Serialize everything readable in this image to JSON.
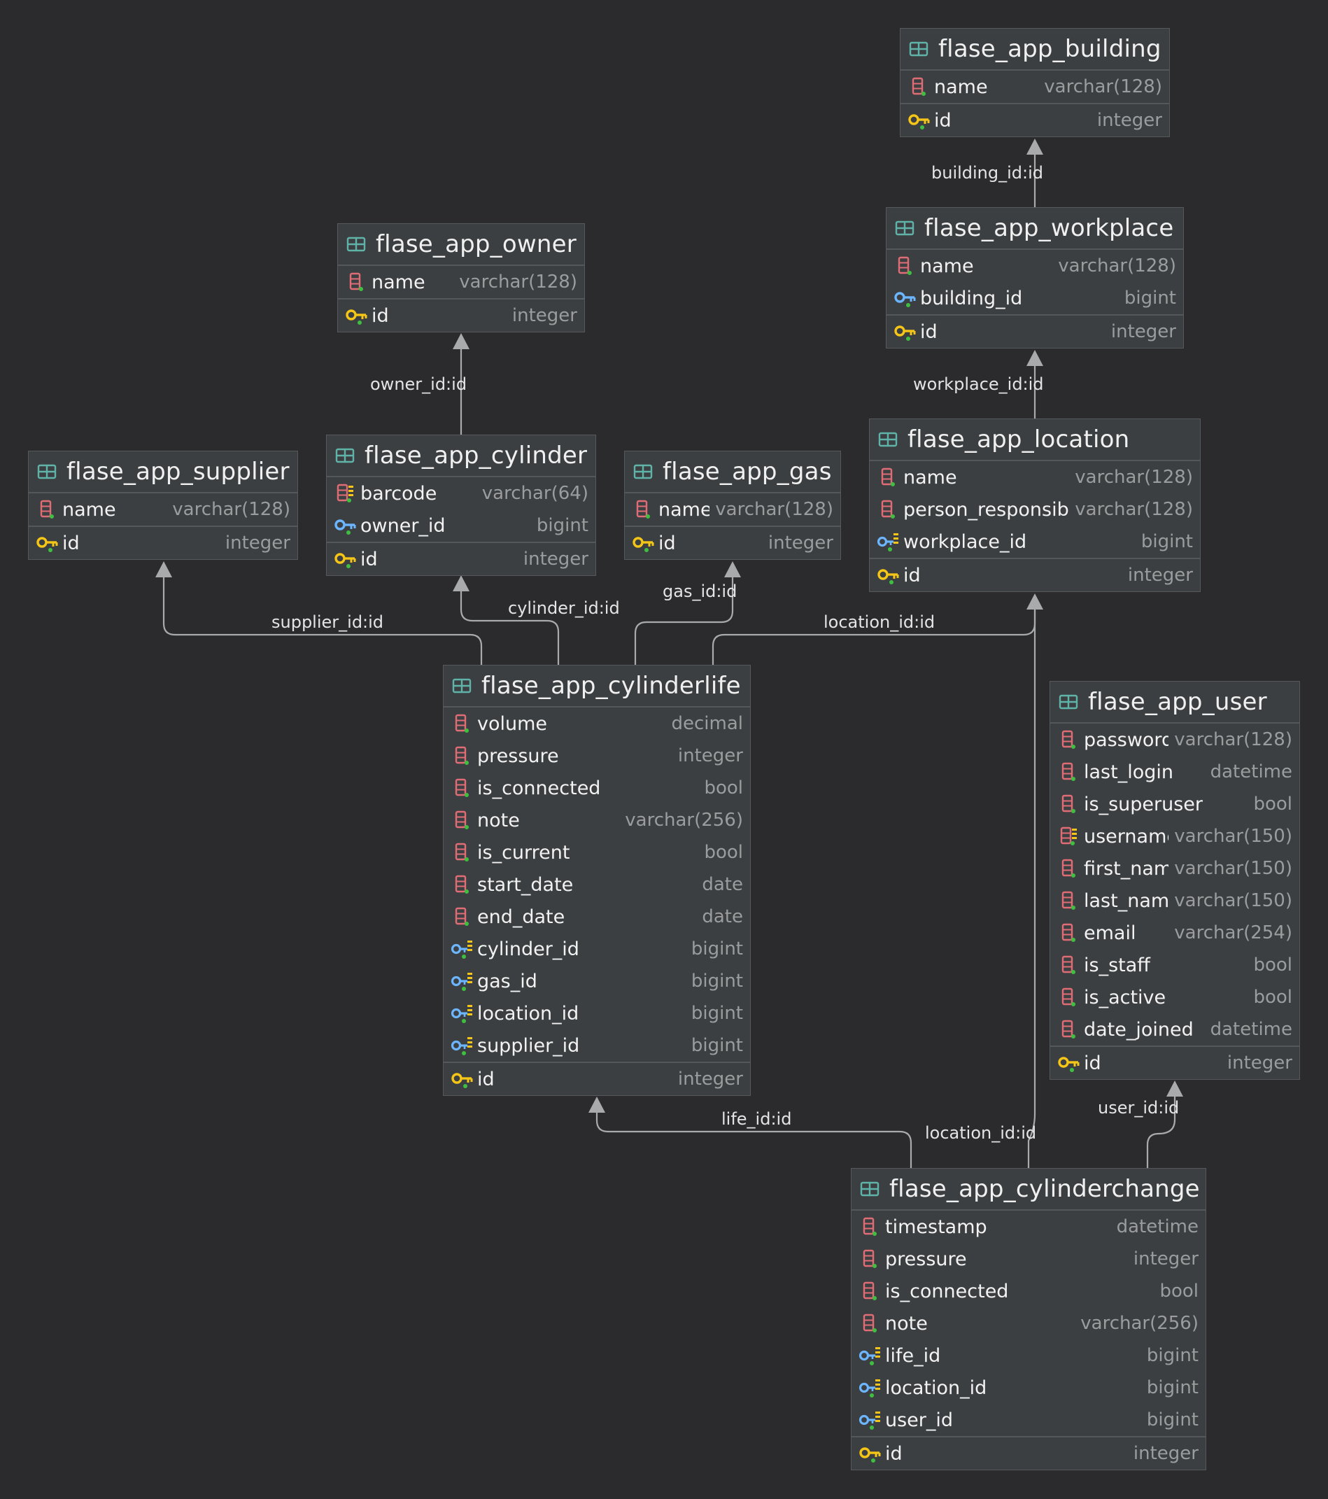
{
  "tables": {
    "building": {
      "name": "flase_app_building",
      "columns": [
        {
          "name": "name",
          "type": "varchar(128)",
          "icon": "column-icon"
        },
        {
          "name": "id",
          "type": "integer",
          "icon": "primary-key-icon"
        }
      ]
    },
    "workplace": {
      "name": "flase_app_workplace",
      "columns": [
        {
          "name": "name",
          "type": "varchar(128)",
          "icon": "column-icon"
        },
        {
          "name": "building_id",
          "type": "bigint",
          "icon": "foreign-key-icon"
        },
        {
          "name": "id",
          "type": "integer",
          "icon": "primary-key-icon"
        }
      ]
    },
    "owner": {
      "name": "flase_app_owner",
      "columns": [
        {
          "name": "name",
          "type": "varchar(128)",
          "icon": "column-icon"
        },
        {
          "name": "id",
          "type": "integer",
          "icon": "primary-key-icon"
        }
      ]
    },
    "location": {
      "name": "flase_app_location",
      "columns": [
        {
          "name": "name",
          "type": "varchar(128)",
          "icon": "column-icon"
        },
        {
          "name": "person_responsible",
          "type": "varchar(128)",
          "icon": "column-icon"
        },
        {
          "name": "workplace_id",
          "type": "bigint",
          "icon": "foreign-key-indexed-icon"
        },
        {
          "name": "id",
          "type": "integer",
          "icon": "primary-key-icon"
        }
      ]
    },
    "supplier": {
      "name": "flase_app_supplier",
      "columns": [
        {
          "name": "name",
          "type": "varchar(128)",
          "icon": "column-icon"
        },
        {
          "name": "id",
          "type": "integer",
          "icon": "primary-key-icon"
        }
      ]
    },
    "cylinder": {
      "name": "flase_app_cylinder",
      "columns": [
        {
          "name": "barcode",
          "type": "varchar(64)",
          "icon": "indexed-column-icon"
        },
        {
          "name": "owner_id",
          "type": "bigint",
          "icon": "foreign-key-icon"
        },
        {
          "name": "id",
          "type": "integer",
          "icon": "primary-key-icon"
        }
      ]
    },
    "gas": {
      "name": "flase_app_gas",
      "columns": [
        {
          "name": "name",
          "type": "varchar(128)",
          "icon": "column-icon"
        },
        {
          "name": "id",
          "type": "integer",
          "icon": "primary-key-icon"
        }
      ]
    },
    "cylinderlife": {
      "name": "flase_app_cylinderlife",
      "columns": [
        {
          "name": "volume",
          "type": "decimal",
          "icon": "column-icon"
        },
        {
          "name": "pressure",
          "type": "integer",
          "icon": "column-icon"
        },
        {
          "name": "is_connected",
          "type": "bool",
          "icon": "column-icon"
        },
        {
          "name": "note",
          "type": "varchar(256)",
          "icon": "column-icon"
        },
        {
          "name": "is_current",
          "type": "bool",
          "icon": "column-icon"
        },
        {
          "name": "start_date",
          "type": "date",
          "icon": "column-icon"
        },
        {
          "name": "end_date",
          "type": "date",
          "icon": "column-icon"
        },
        {
          "name": "cylinder_id",
          "type": "bigint",
          "icon": "foreign-key-indexed-icon"
        },
        {
          "name": "gas_id",
          "type": "bigint",
          "icon": "foreign-key-indexed-icon"
        },
        {
          "name": "location_id",
          "type": "bigint",
          "icon": "foreign-key-indexed-icon"
        },
        {
          "name": "supplier_id",
          "type": "bigint",
          "icon": "foreign-key-indexed-icon"
        },
        {
          "name": "id",
          "type": "integer",
          "icon": "primary-key-icon"
        }
      ]
    },
    "user": {
      "name": "flase_app_user",
      "columns": [
        {
          "name": "password",
          "type": "varchar(128)",
          "icon": "column-icon"
        },
        {
          "name": "last_login",
          "type": "datetime",
          "icon": "column-icon"
        },
        {
          "name": "is_superuser",
          "type": "bool",
          "icon": "column-icon"
        },
        {
          "name": "username",
          "type": "varchar(150)",
          "icon": "indexed-column-icon"
        },
        {
          "name": "first_name",
          "type": "varchar(150)",
          "icon": "column-icon"
        },
        {
          "name": "last_name",
          "type": "varchar(150)",
          "icon": "column-icon"
        },
        {
          "name": "email",
          "type": "varchar(254)",
          "icon": "column-icon"
        },
        {
          "name": "is_staff",
          "type": "bool",
          "icon": "column-icon"
        },
        {
          "name": "is_active",
          "type": "bool",
          "icon": "column-icon"
        },
        {
          "name": "date_joined",
          "type": "datetime",
          "icon": "column-icon"
        },
        {
          "name": "id",
          "type": "integer",
          "icon": "primary-key-icon"
        }
      ]
    },
    "cylinderchange": {
      "name": "flase_app_cylinderchange",
      "columns": [
        {
          "name": "timestamp",
          "type": "datetime",
          "icon": "column-icon"
        },
        {
          "name": "pressure",
          "type": "integer",
          "icon": "column-icon"
        },
        {
          "name": "is_connected",
          "type": "bool",
          "icon": "column-icon"
        },
        {
          "name": "note",
          "type": "varchar(256)",
          "icon": "column-icon"
        },
        {
          "name": "life_id",
          "type": "bigint",
          "icon": "foreign-key-indexed-icon"
        },
        {
          "name": "location_id",
          "type": "bigint",
          "icon": "foreign-key-indexed-icon"
        },
        {
          "name": "user_id",
          "type": "bigint",
          "icon": "foreign-key-indexed-icon"
        },
        {
          "name": "id",
          "type": "integer",
          "icon": "primary-key-icon"
        }
      ]
    }
  },
  "relations": [
    {
      "from": "workplace",
      "to": "building",
      "label": "building_id:id"
    },
    {
      "from": "location",
      "to": "workplace",
      "label": "workplace_id:id"
    },
    {
      "from": "cylinder",
      "to": "owner",
      "label": "owner_id:id"
    },
    {
      "from": "cylinderlife",
      "to": "supplier",
      "label": "supplier_id:id"
    },
    {
      "from": "cylinderlife",
      "to": "cylinder",
      "label": "cylinder_id:id"
    },
    {
      "from": "cylinderlife",
      "to": "gas",
      "label": "gas_id:id"
    },
    {
      "from": "cylinderlife",
      "to": "location",
      "label": "location_id:id"
    },
    {
      "from": "cylinderchange",
      "to": "cylinderlife",
      "label": "life_id:id"
    },
    {
      "from": "cylinderchange",
      "to": "location",
      "label": "location_id:id"
    },
    {
      "from": "cylinderchange",
      "to": "user",
      "label": "user_id:id"
    }
  ],
  "colors": {
    "background": "#2b2b2e",
    "table_fill": "#3c3f41",
    "table_border": "#56595c",
    "edge": "#a9aaac",
    "column_icon": "#e06c75",
    "key_gold": "#f5c518",
    "key_blue": "#6cb6ff",
    "table_icon": "#5fb3a8"
  }
}
